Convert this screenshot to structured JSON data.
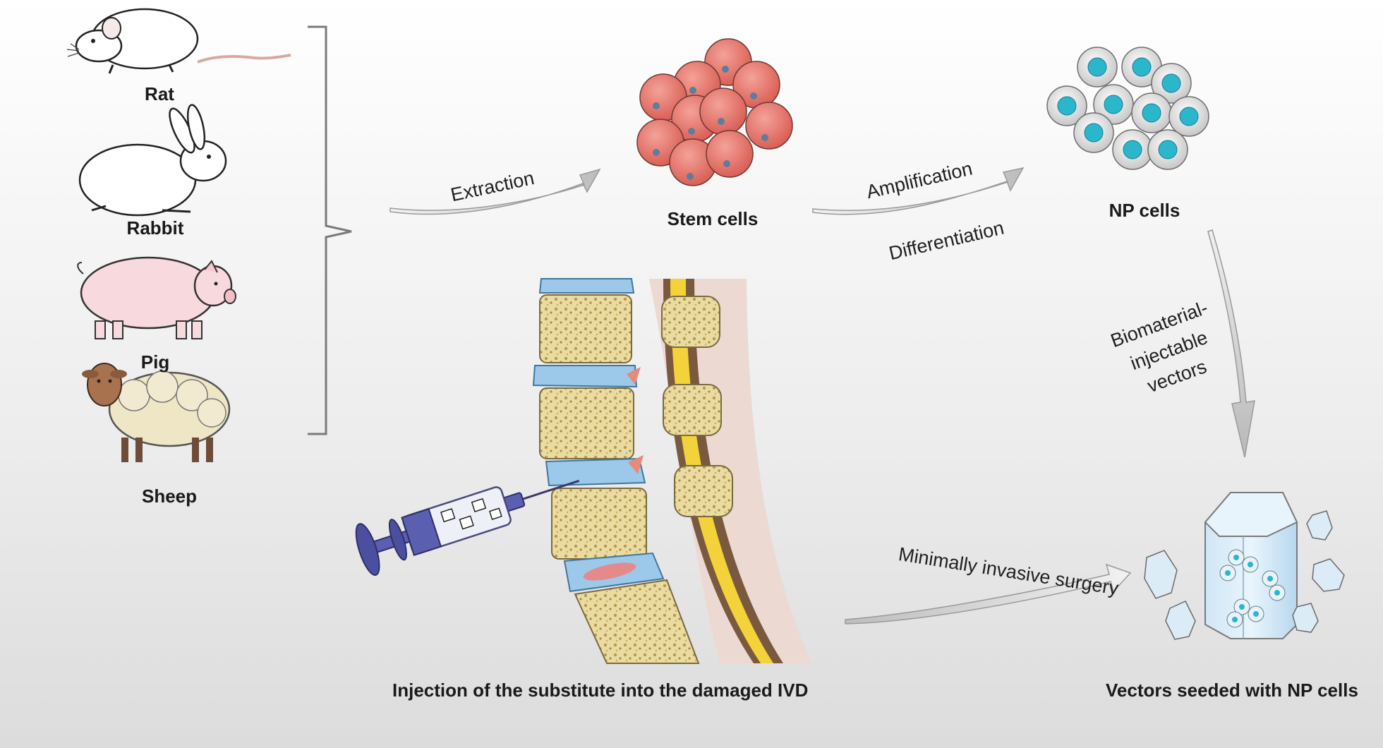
{
  "animals": {
    "rat": "Rat",
    "rabbit": "Rabbit",
    "pig": "Pig",
    "sheep": "Sheep"
  },
  "steps": {
    "stem_cells": "Stem cells",
    "np_cells": "NP cells",
    "vectors": "Vectors seeded with NP cells",
    "injection": "Injection of the substitute into the damaged IVD"
  },
  "arrows": {
    "extraction": "Extraction",
    "amplification": "Amplification",
    "differentiation": "Differentiation",
    "biomaterial_line1": "Biomaterial-",
    "biomaterial_line2": "injectable",
    "biomaterial_line3": "vectors",
    "surgery": "Minimally invasive surgery"
  },
  "colors": {
    "stem_cell_fill": "#e8746a",
    "np_cell_nucleus": "#2bb6cc",
    "bone": "#e9dba3",
    "disc": "#9cc8ea",
    "spinal_cord": "#f3d23a",
    "arrow": "#c8c8c8"
  }
}
